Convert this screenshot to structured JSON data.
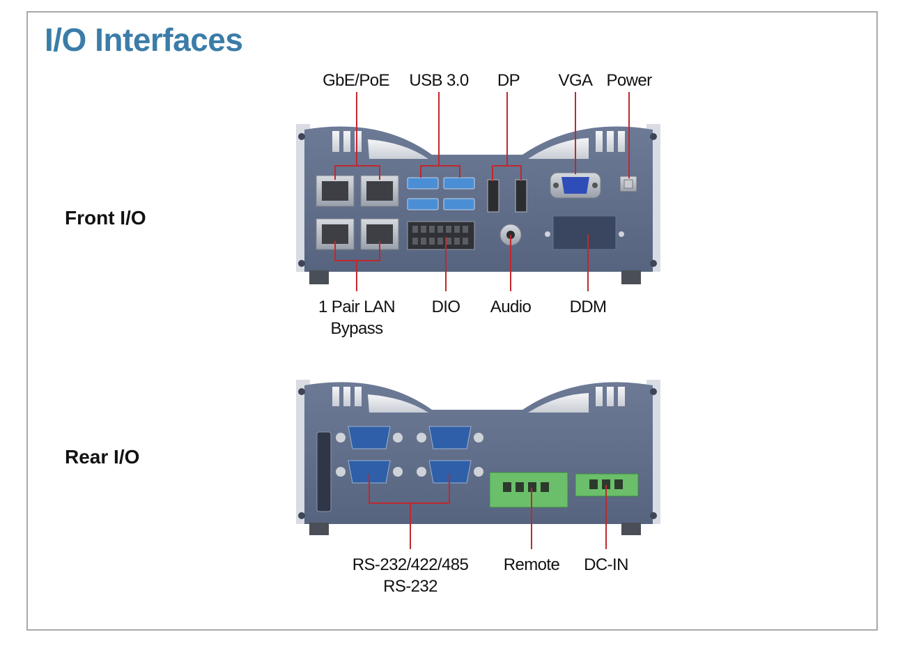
{
  "title": "I/O Interfaces",
  "sections": {
    "front": "Front I/O",
    "rear": "Rear I/O"
  },
  "front_labels": {
    "gbe_poe": "GbE/PoE",
    "usb": "USB 3.0",
    "dp": "DP",
    "vga": "VGA",
    "power": "Power",
    "lan_bypass_line1": "1 Pair LAN",
    "lan_bypass_line2": "Bypass",
    "dio": "DIO",
    "audio": "Audio",
    "ddm": "DDM"
  },
  "rear_labels": {
    "serial_line1": "RS-232/422/485",
    "serial_line2": "RS-232",
    "remote": "Remote",
    "dc_in": "DC-IN"
  },
  "colors": {
    "title": "#3b7ca8",
    "callout_line": "#c0282d",
    "chassis": "#5f6e8c",
    "frame_border": "#a9a9a9",
    "terminal_green": "#6bbf6b"
  }
}
